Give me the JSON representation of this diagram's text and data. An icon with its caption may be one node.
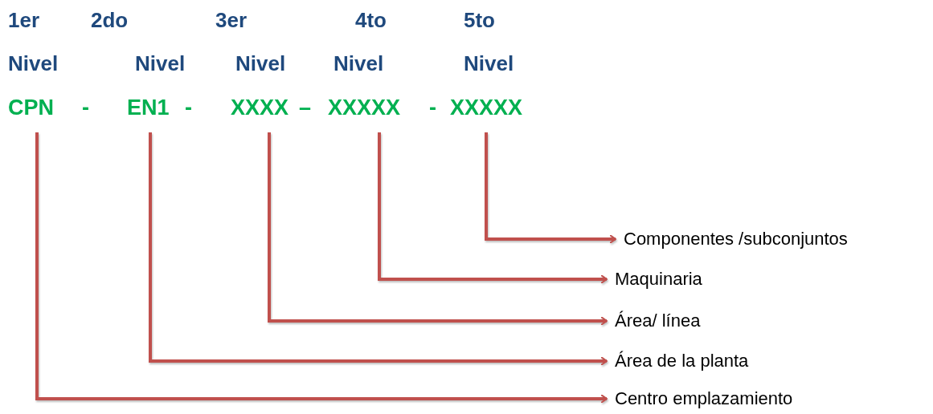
{
  "diagram": {
    "nodes": [
      {
        "text": [
          "CPN"
        ]
      },
      {
        "text": [
          "EN1"
        ]
      },
      {
        "text": [
          "XXXX"
        ]
      },
      {
        "text": [
          "XXXXX"
        ]
      },
      {
        "text": [
          "XXXXX"
        ]
      },
      {
        "text": [
          "Componentes /subconjuntos"
        ]
      },
      {
        "text": [
          "Maquinaria"
        ]
      },
      {
        "text": [
          "Área/ línea"
        ]
      },
      {
        "text": [
          "Área de la planta"
        ]
      },
      {
        "text": [
          "Centro emplazamiento"
        ]
      }
    ],
    "edges": [
      {
        "from": 4,
        "to": 5,
        "arrow": "to"
      },
      {
        "from": 3,
        "to": 6,
        "arrow": "to"
      },
      {
        "from": 2,
        "to": 7,
        "arrow": "to"
      },
      {
        "from": 1,
        "to": 8,
        "arrow": "to"
      },
      {
        "from": 0,
        "to": 9,
        "arrow": "to"
      }
    ],
    "labels": [
      "1er",
      "2do",
      "3er",
      "4to",
      "5to",
      "Nivel",
      "Nivel",
      "Nivel",
      "Nivel",
      "Nivel",
      "-",
      "-",
      "–",
      "-"
    ]
  }
}
